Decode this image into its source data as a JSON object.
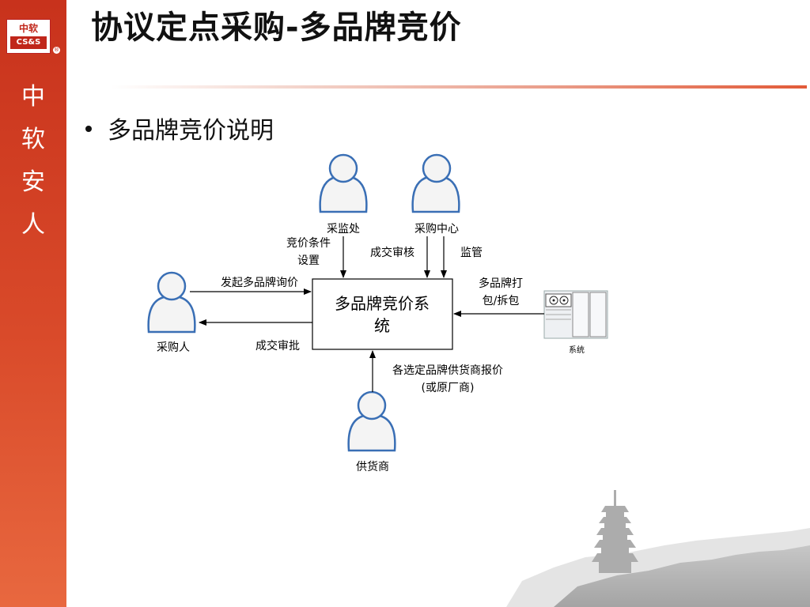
{
  "slide": {
    "title": "协议定点采购-多品牌竞价",
    "bullet": "多品牌竞价说明"
  },
  "brand": {
    "logo_top": "中软",
    "logo_bottom": "CS&S",
    "registered": "®",
    "vertical_chars": [
      "中",
      "软",
      "安",
      "人"
    ]
  },
  "diagram": {
    "system_box": [
      "多品牌竞价系",
      "统"
    ],
    "actors": {
      "supervision": "采监处",
      "procurement_center": "采购中心",
      "purchaser": "采购人",
      "supplier": "供货商",
      "external_system": "系统"
    },
    "labels": {
      "bid_conditions": [
        "竞价条件",
        "设置"
      ],
      "deal_review": "成交审核",
      "supervise": "监管",
      "initiate_inquiry": "发起多品牌询价",
      "deal_approval": "成交审批",
      "pack_unpack": [
        "多品牌打",
        "包/拆包"
      ],
      "supplier_quote": [
        "各选定品牌供货商报价",
        "(或原厂商)"
      ]
    }
  },
  "colors": {
    "sidebar": "#d2401f",
    "accent_rule": "#e25a38",
    "person_stroke": "#3a6fb5"
  }
}
